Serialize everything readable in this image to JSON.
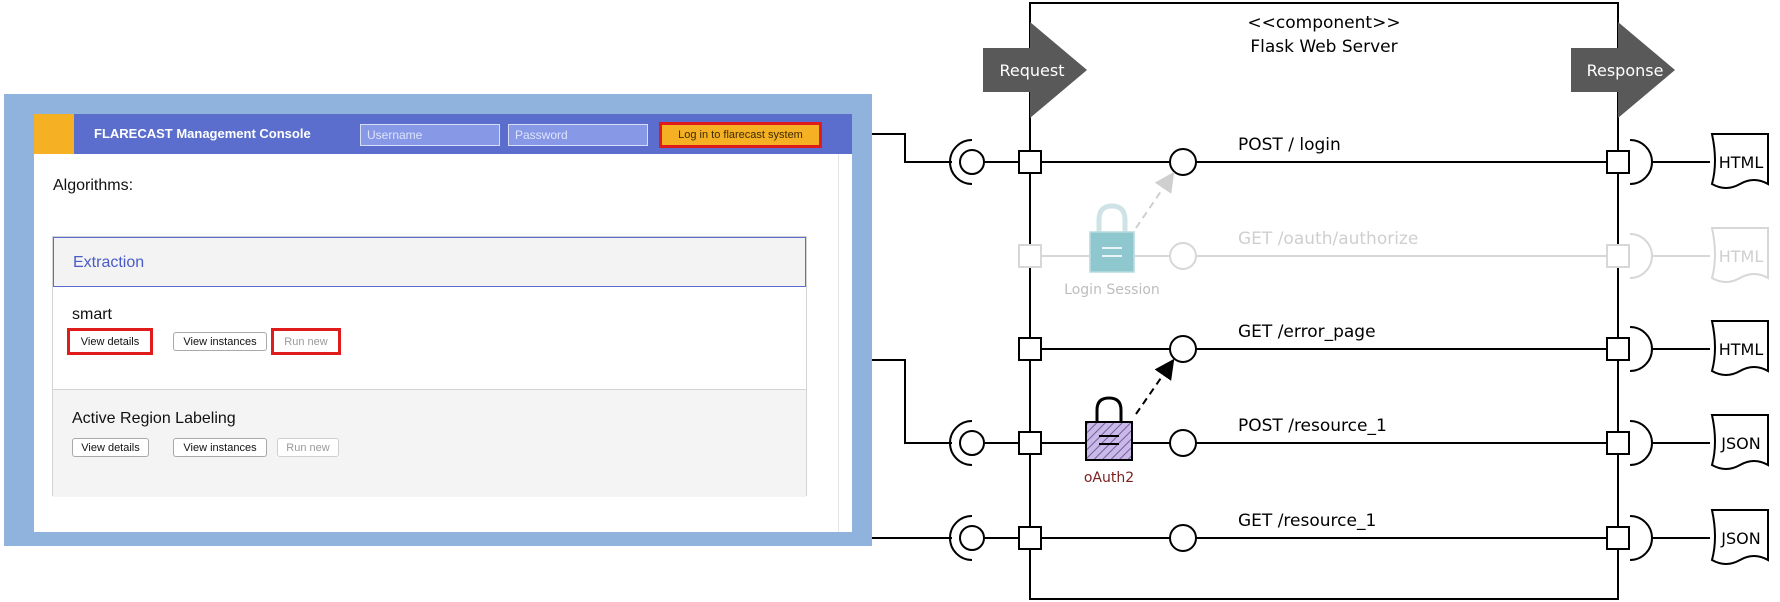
{
  "component": {
    "stereotype": "<<component>>",
    "name": "Flask Web Server",
    "request_label": "Request",
    "response_label": "Response"
  },
  "endpoints": [
    {
      "label": "POST / login",
      "format": "HTML",
      "faded": false
    },
    {
      "label": "GET /oauth/authorize",
      "format": "HTML",
      "faded": true
    },
    {
      "label": "GET /error_page",
      "format": "HTML",
      "faded": false
    },
    {
      "label": "POST /resource_1",
      "format": "JSON",
      "faded": false
    },
    {
      "label": "GET /resource_1",
      "format": "JSON",
      "faded": false
    }
  ],
  "locks": {
    "login_session": "Login Session",
    "oauth2": "oAuth2"
  },
  "console": {
    "title": "FLARECAST Management Console",
    "username_placeholder": "Username",
    "password_placeholder": "Password",
    "login_button": "Log in to flarecast system",
    "algorithms_label": "Algorithms:",
    "extraction_label": "Extraction",
    "algorithms": [
      {
        "name": "smart",
        "view_details": "View details",
        "view_instances": "View instances",
        "run_new": "Run new"
      },
      {
        "name": "Active Region Labeling",
        "view_details": "View details",
        "view_instances": "View instances",
        "run_new": "Run new"
      }
    ]
  },
  "colors": {
    "accent_orange": "#f5b023",
    "header_blue": "#5b6ecd",
    "highlight_red": "#e01b1b",
    "lock_purple": "#b9a8d6",
    "lock_teal": "#8fc7cf",
    "diagram_gray": "#5d5d5d"
  }
}
